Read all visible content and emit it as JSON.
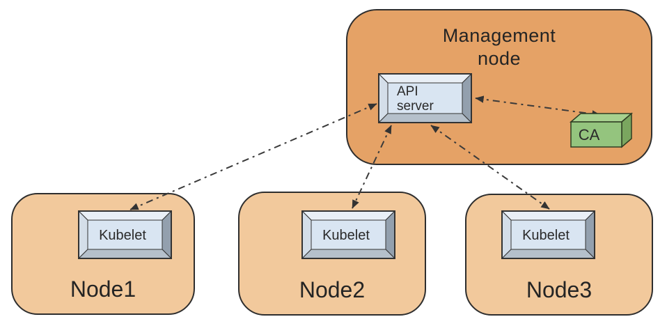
{
  "management_node": {
    "lines": [
      "Management",
      "node"
    ],
    "api_server": {
      "lines": [
        "API",
        "server"
      ]
    },
    "ca": {
      "label": "CA"
    }
  },
  "worker_nodes": [
    {
      "label": "Node1",
      "component_label": "Kubelet"
    },
    {
      "label": "Node2",
      "component_label": "Kubelet"
    },
    {
      "label": "Node3",
      "component_label": "Kubelet"
    }
  ],
  "connections": [
    {
      "from": "API server",
      "to": "Kubelet (Node1)",
      "style": "dash-dot",
      "bidirectional": true
    },
    {
      "from": "API server",
      "to": "Kubelet (Node2)",
      "style": "dash-dot",
      "bidirectional": true
    },
    {
      "from": "API server",
      "to": "Kubelet (Node3)",
      "style": "dash-dot",
      "bidirectional": true
    },
    {
      "from": "API server",
      "to": "CA",
      "style": "dash-dot",
      "bidirectional": true
    }
  ],
  "colors": {
    "management_node_fill": "#e5a266",
    "worker_node_fill": "#f2c99c",
    "component_face_fill": "#d9e5f2",
    "bevel_top": "#e9eff6",
    "bevel_left": "#d4dee9",
    "bevel_right": "#93a0ae",
    "bevel_bottom": "#b5c0cb",
    "ca_front_fill": "#94c47e",
    "ca_top_fill": "#a7d18f",
    "ca_side_fill": "#7aa65f",
    "outline": "#2e2e2e",
    "arrow": "#3a3a3a"
  }
}
